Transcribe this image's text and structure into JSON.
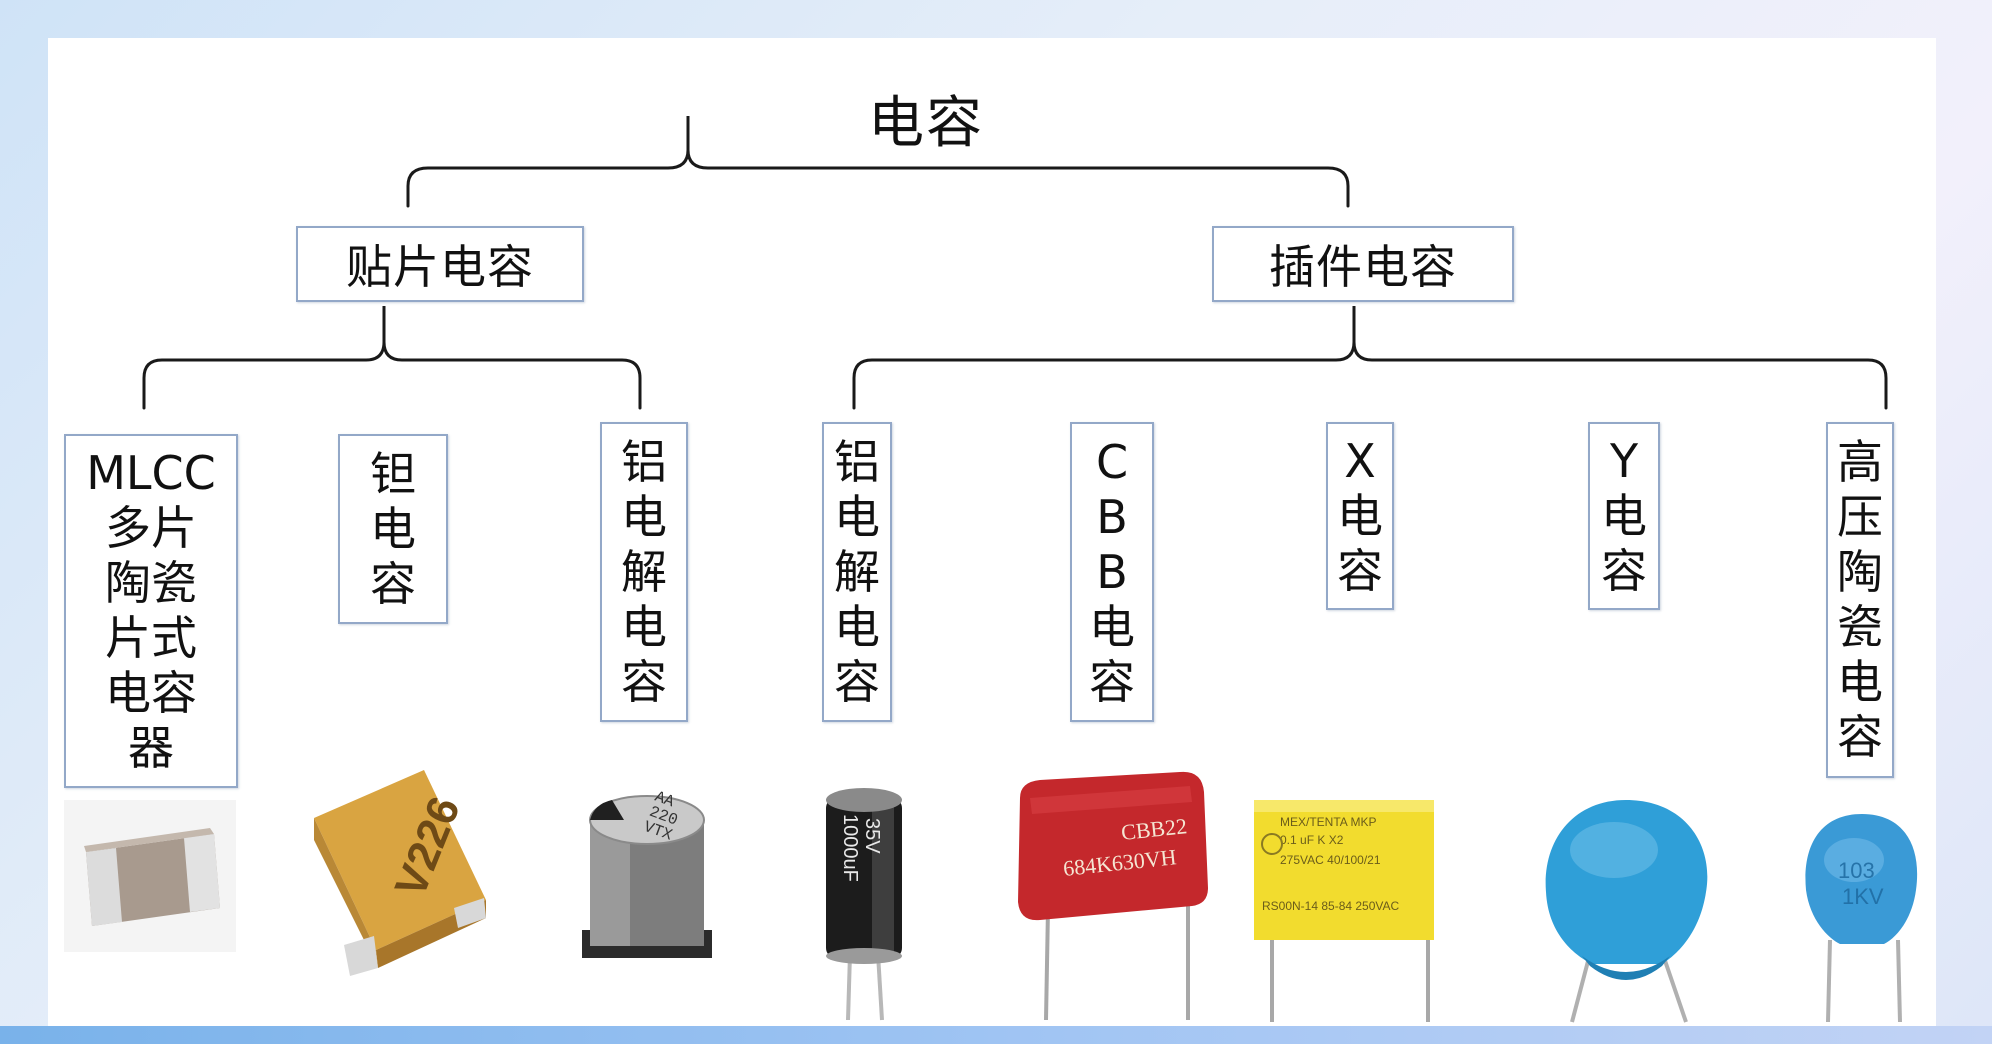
{
  "root": "电容",
  "branches": [
    {
      "label": "贴片电容",
      "children": [
        {
          "label": "MLCC多片陶瓷片式电容器",
          "lines": [
            "MLCC",
            "多片",
            "陶瓷",
            "片式",
            "电容",
            "器"
          ]
        },
        {
          "label": "钽电容"
        },
        {
          "label": "铝电解电容"
        }
      ]
    },
    {
      "label": "插件电容",
      "children": [
        {
          "label": "铝电解电容"
        },
        {
          "label": "CBB电容"
        },
        {
          "label": "X电容"
        },
        {
          "label": "Y电容"
        },
        {
          "label": "高压陶瓷电容"
        }
      ]
    }
  ],
  "component_markings": {
    "tantalum": "V226",
    "smd_electrolytic": [
      "AA",
      "220",
      "VTX"
    ],
    "radial_electrolytic": [
      "35V",
      "1000uF"
    ],
    "cbb": [
      "CBB22",
      "684K630VH"
    ],
    "x_cap": [
      "MEX/TENTA MKP",
      "0.1 uF K X2",
      "275VAC 40/100/21",
      "RS00N-14 85-84 250VAC"
    ],
    "hv_ceramic": [
      "103",
      "1KV"
    ]
  },
  "colors": {
    "box_border": "#93a8c8",
    "tantalum": "#d9a441",
    "cbb": "#c4282c",
    "x_cap": "#f2dc2e",
    "y_cap": "#2f9fd8",
    "hv_ceramic": "#3a9ad6"
  }
}
